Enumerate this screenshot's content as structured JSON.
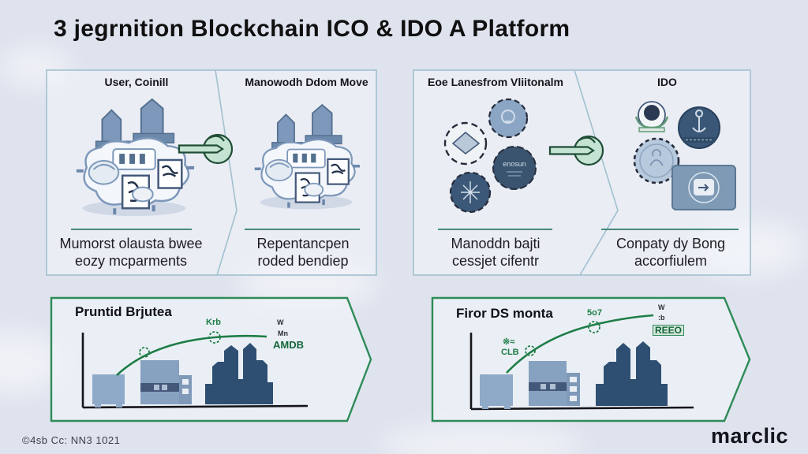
{
  "title": "3 jegrnition  Blockchain ICO & IDO A Platform",
  "footer": {
    "copyright": "©4sb Cc: NN3 1021",
    "brand": "marclic"
  },
  "colors": {
    "background": "#dfe3ee",
    "panel_border_blue": "#a2c0d0",
    "panel_border_green": "#2e8b57",
    "accent_green": "#1e7d46",
    "arrow_mint": "#c5e3d2",
    "machine_slate": "#7d98ba",
    "bar_light_blue": "#8fa9c9",
    "bar_dark_navy": "#2e4f72"
  },
  "top_left_panel": {
    "left": {
      "header": "User, Coinill",
      "caption1": "Mumorst olausta bwee",
      "caption2": "eozy mcparments",
      "icon": "machine-illustration"
    },
    "right": {
      "header": "Manowodh Ddom Move",
      "caption1": "Repentancpen",
      "caption2": "roded bendiep",
      "icon": "machine-illustration"
    },
    "arrow_icon": "right-arrow"
  },
  "top_right_panel": {
    "left": {
      "header": "Eoe Lanesfrom Vliitonalm",
      "caption1": "Manoddn bajti",
      "caption2": "cessjet cifentr",
      "coin_text": "enosun",
      "icon": "token-coins"
    },
    "right": {
      "header": "IDO",
      "caption1": "Conpaty dy Bong",
      "caption2": "accorfiulem",
      "icon": "ido-emblems"
    },
    "arrow_icon": "right-arrow"
  },
  "bottom_left_panel": {
    "title": "Pruntid Brjutea",
    "curve_labels": {
      "mid": "Krb",
      "end_line1": "W",
      "end_line2": "Mn",
      "end_badge": "AMDB"
    }
  },
  "bottom_right_panel": {
    "title": "Firor DS monta",
    "curve_labels": {
      "start_line1": "※≈",
      "start_line2": "CLB",
      "mid": "5o7",
      "end_line1": "W",
      "end_line2": ":b",
      "end_badge": "REEO"
    }
  }
}
